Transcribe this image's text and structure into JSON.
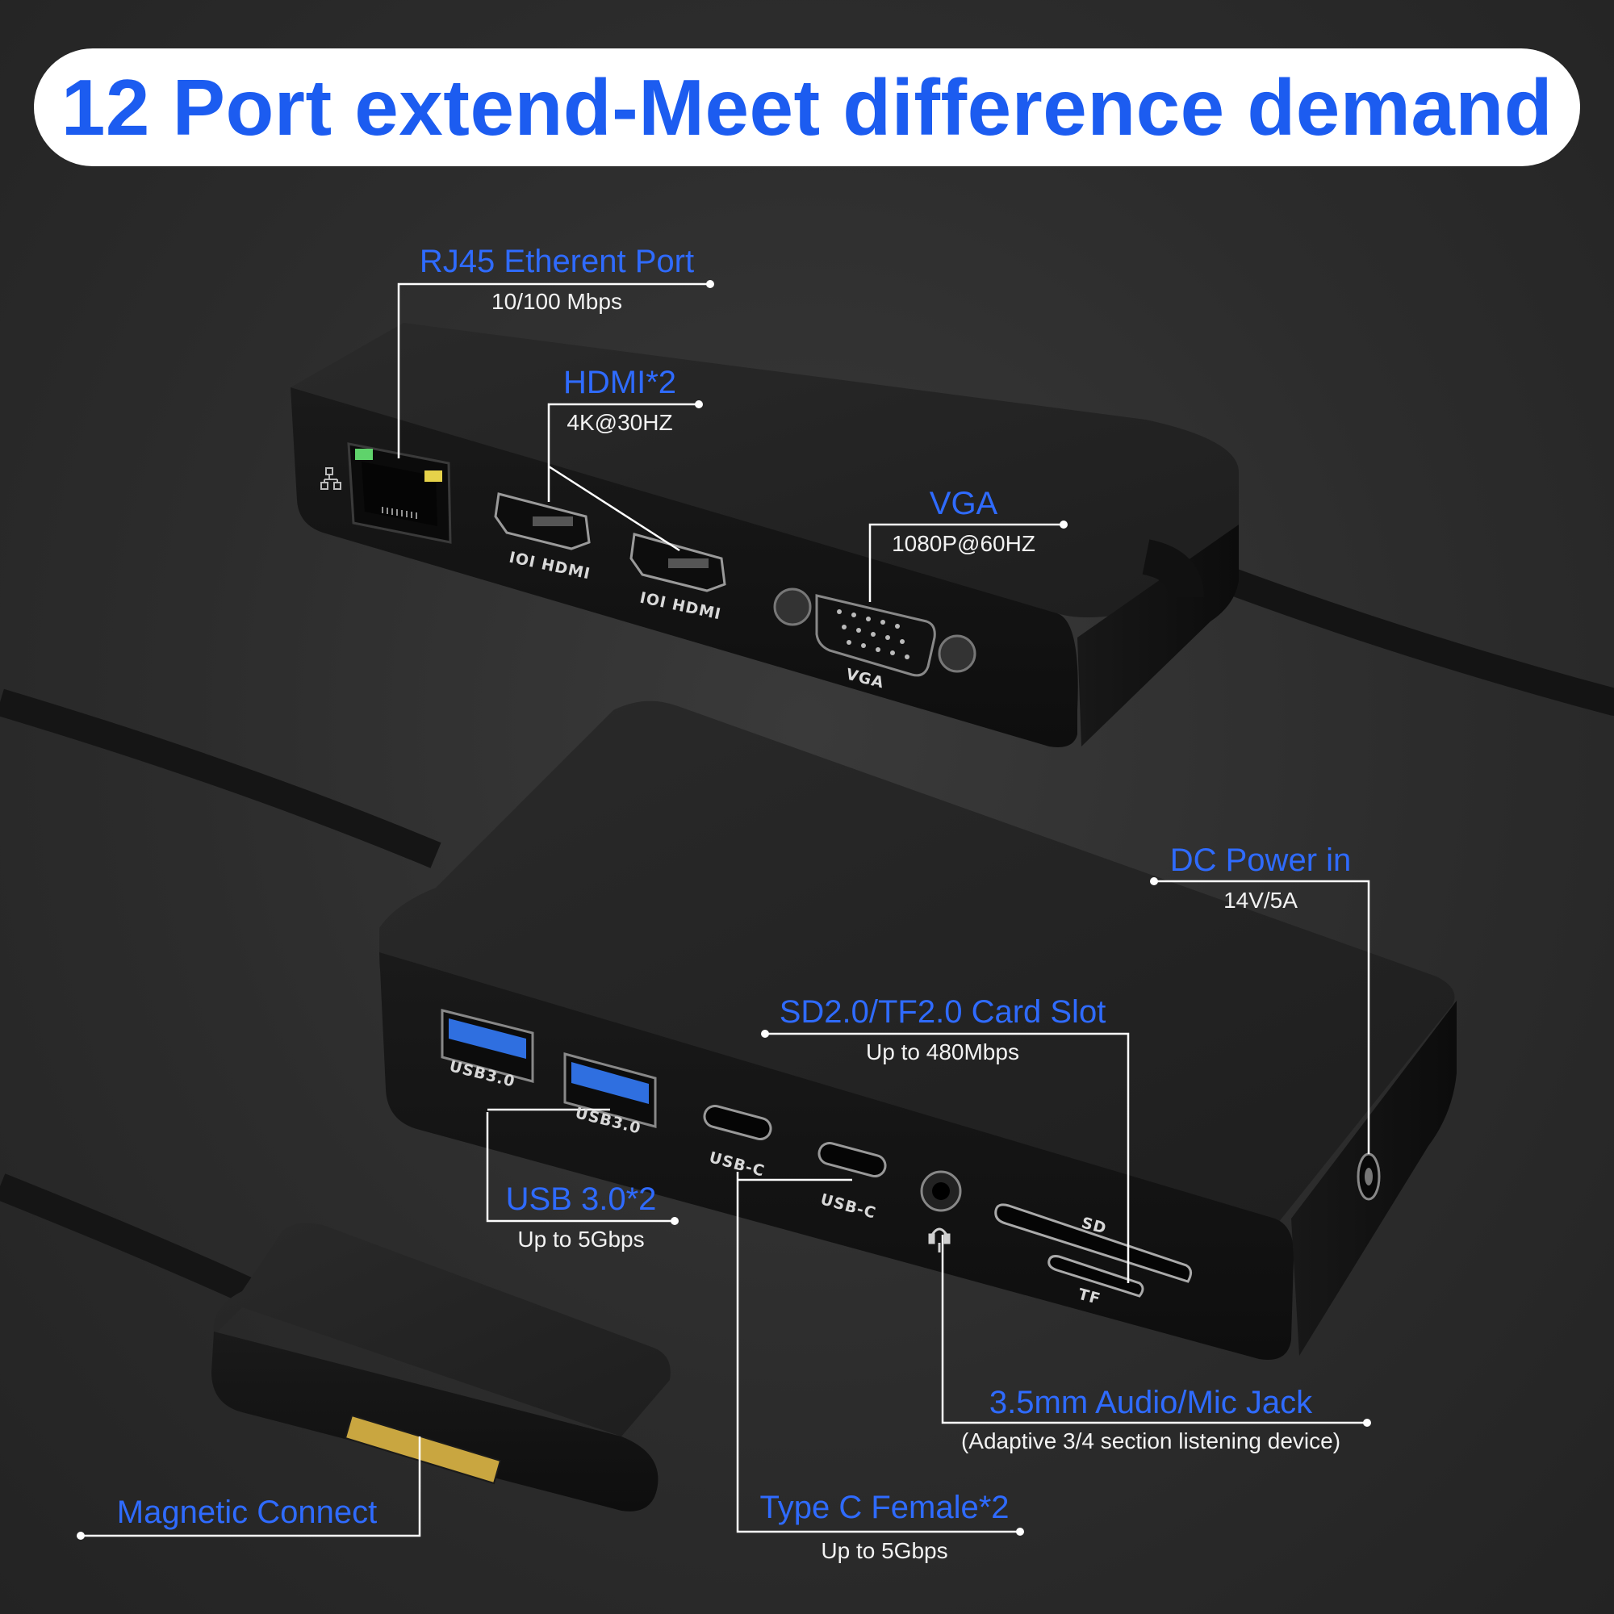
{
  "banner": {
    "title": "12 Port extend-Meet difference demand"
  },
  "callouts": {
    "rj45": {
      "title": "RJ45 Etherent Port",
      "sub": "10/100 Mbps"
    },
    "hdmi": {
      "title": "HDMI*2",
      "sub": "4K@30HZ"
    },
    "vga": {
      "title": "VGA",
      "sub": "1080P@60HZ"
    },
    "dc": {
      "title": "DC Power in",
      "sub": "14V/5A"
    },
    "sd": {
      "title": "SD2.0/TF2.0 Card Slot",
      "sub": "Up to 480Mbps"
    },
    "usb3": {
      "title": "USB 3.0*2",
      "sub": "Up to 5Gbps"
    },
    "audio": {
      "title": "3.5mm Audio/Mic Jack",
      "sub": "(Adaptive 3/4 section listening device)"
    },
    "typec": {
      "title": "Type C Female*2",
      "sub": "Up to 5Gbps"
    },
    "magnetic": {
      "title": "Magnetic Connect"
    }
  },
  "device_print": {
    "hdmi": "HDMI",
    "vga": "VGA",
    "usb3": "USB3.0",
    "usbc": "USB-C",
    "sd": "SD",
    "tf": "TF"
  },
  "colors": {
    "accent": "#2f6bff",
    "banner_text": "#1c5cf0",
    "banner_bg": "#ffffff",
    "background": "#2c2c2c",
    "device": "#1b1b1b",
    "usb_blue": "#2f6fe0",
    "led_green": "#5fd36b",
    "led_yellow": "#e6d24a"
  }
}
